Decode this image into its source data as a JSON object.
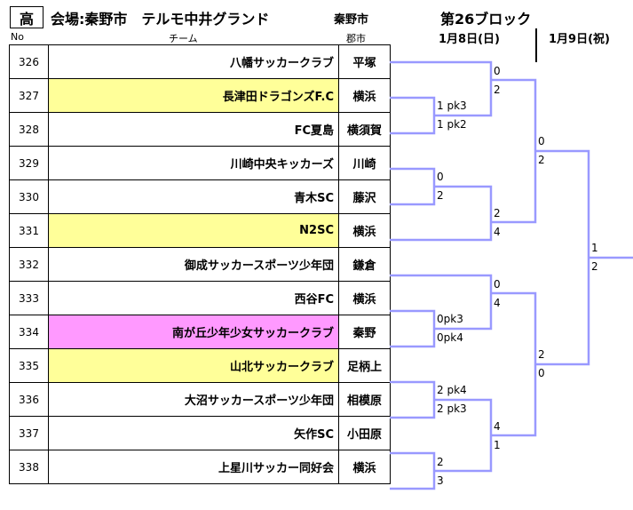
{
  "header": {
    "grade": "高",
    "venue": "会場:秦野市　テルモ中井グランド",
    "city_heading": "秦野市",
    "block_title": "第26ブロック",
    "date_round1": "1月8日(日)",
    "date_round2": "1月9日(祝)"
  },
  "columns": {
    "no": "No",
    "team": "チーム",
    "city": "郡市"
  },
  "teams": [
    {
      "no": "326",
      "name": "八幡サッカークラブ",
      "city": "平塚",
      "highlight": ""
    },
    {
      "no": "327",
      "name": "長津田ドラゴンズF.C",
      "city": "横浜",
      "highlight": "yellow"
    },
    {
      "no": "328",
      "name": "FC夏島",
      "city": "横須賀",
      "highlight": ""
    },
    {
      "no": "329",
      "name": "川崎中央キッカーズ",
      "city": "川崎",
      "highlight": ""
    },
    {
      "no": "330",
      "name": "青木SC",
      "city": "藤沢",
      "highlight": ""
    },
    {
      "no": "331",
      "name": "N2SC",
      "city": "横浜",
      "highlight": "yellow"
    },
    {
      "no": "332",
      "name": "御成サッカースポーツ少年団",
      "city": "鎌倉",
      "highlight": ""
    },
    {
      "no": "333",
      "name": "西谷FC",
      "city": "横浜",
      "highlight": ""
    },
    {
      "no": "334",
      "name": "南が丘少年少女サッカークラブ",
      "city": "秦野",
      "highlight": "pink"
    },
    {
      "no": "335",
      "name": "山北サッカークラブ",
      "city": "足柄上",
      "highlight": "yellow"
    },
    {
      "no": "336",
      "name": "大沼サッカースポーツ少年団",
      "city": "相模原",
      "highlight": ""
    },
    {
      "no": "337",
      "name": "矢作SC",
      "city": "小田原",
      "highlight": ""
    },
    {
      "no": "338",
      "name": "上星川サッカー同好会",
      "city": "横浜",
      "highlight": ""
    }
  ],
  "scores": {
    "m1_top": "1 pk3",
    "m1_bot": "1 pk2",
    "m2_top": "0",
    "m2_bot": "2",
    "m3_top": "0pk3",
    "m3_bot": "0pk4",
    "m4_top": "2 pk4",
    "m4_bot": "2 pk3",
    "m5_top": "2",
    "m5_bot": "3",
    "r2a_top": "0",
    "r2a_bot": "2",
    "r2b_top": "2",
    "r2b_bot": "4",
    "r2c_top": "0",
    "r2c_bot": "4",
    "r2d_top": "4",
    "r2d_bot": "1",
    "r3a_top": "0",
    "r3a_bot": "2",
    "r3b_top": "2",
    "r3b_bot": "0",
    "final_top": "1",
    "final_bot": "2"
  },
  "colors": {
    "bracket_line": "#9999ff",
    "highlight_yellow": "#ffff99",
    "highlight_pink": "#ff99ff"
  }
}
